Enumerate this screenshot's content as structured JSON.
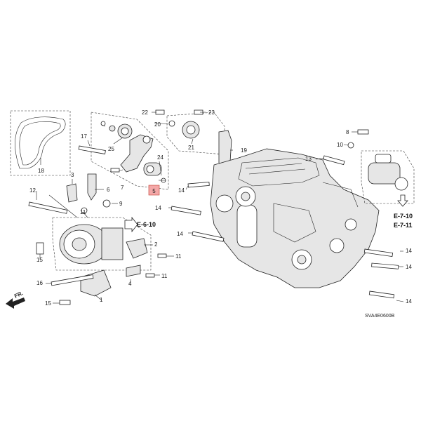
{
  "diagram": {
    "labels": [
      "1",
      "2",
      "3",
      "4",
      "6",
      "7",
      "8",
      "9",
      "10",
      "11",
      "12",
      "13",
      "14",
      "15",
      "16",
      "17",
      "18",
      "19",
      "20",
      "21",
      "22",
      "23",
      "24",
      "25"
    ],
    "highlight_label": "5",
    "highlight_color": "#f4a8a8",
    "refs": {
      "e610": "E-6-10",
      "e710": "E-7-10",
      "e711": "E-7-11",
      "fr": "FR."
    },
    "drawing_code": "SVA4E0600B"
  }
}
